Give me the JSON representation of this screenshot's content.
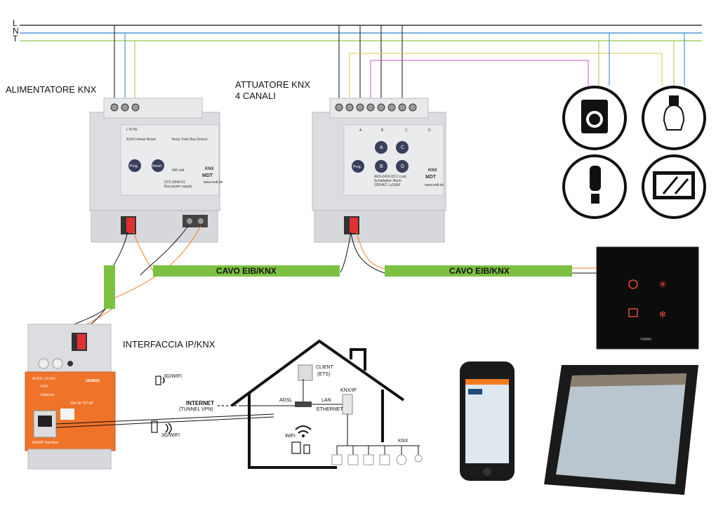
{
  "lines": {
    "L": "L",
    "N": "N",
    "T": "T"
  },
  "labels": {
    "alimentatore": "ALIMENTATORE KNX",
    "attuatore_line1": "ATTUATORE KNX",
    "attuatore_line2": "4 CANALI",
    "interfaccia": "INTERFACCIA IP/KNX",
    "cavo1": "CAVO EIB/KNX",
    "cavo2": "CAVO EIB/KNX",
    "internet_line1": "INTERNET",
    "internet_line2": "(TUNNEL VPN)",
    "wifi_3g_top": "3G/WIFI",
    "wifi_3g_bottom": "3G/WIFI",
    "adsl": "ADSL",
    "lan_line1": "LAN",
    "lan_line2": "ETHERNET",
    "client_line1": "CLIENT",
    "client_line2": "(ETS)",
    "knxip": "KNX/IP",
    "wifi": "WIFI",
    "knx_bus": "KNX",
    "vimar": "VIMAR"
  },
  "psu": {
    "model": "STC-0640.01",
    "desc": "Bus power supply",
    "brand": "MDT",
    "web": "www.mdt.de",
    "terminals": "L   N   PE",
    "leds": "RUN  I>Imax  Reset",
    "leds2": "Temp  Trafo  Bus  Device",
    "buttons": [
      "Prog.",
      "Reset"
    ],
    "knx": "KNX",
    "current": "640 mA"
  },
  "actuator": {
    "model": "AKS-0416.03 C-Last",
    "desc1": "Schaltaktor 4fach",
    "desc2": "230VAC / μ16AX",
    "brand": "MDT",
    "web": "www.mdt.de",
    "knx": "KNX",
    "channels": [
      "A",
      "B",
      "C",
      "D"
    ],
    "prog": "Prog."
  },
  "interface": {
    "text1": "AC/DC 10-24V",
    "text2": "KNX",
    "text3": "Ethernet",
    "model": "GW 90 707 AP",
    "foot": "KNX/IP Interface",
    "brand": "GEWISS"
  },
  "icons": [
    "washing-machine",
    "light-bulb",
    "cfl-bulb",
    "tv-screen"
  ],
  "colors": {
    "cable_green": "#7cc142",
    "orange": "#f47b20",
    "l_line": "#111111",
    "n_line": "#2a7fd4",
    "t_line": "#9bc84a",
    "purple": "#cc55cc",
    "yellow": "#e8c54a"
  }
}
